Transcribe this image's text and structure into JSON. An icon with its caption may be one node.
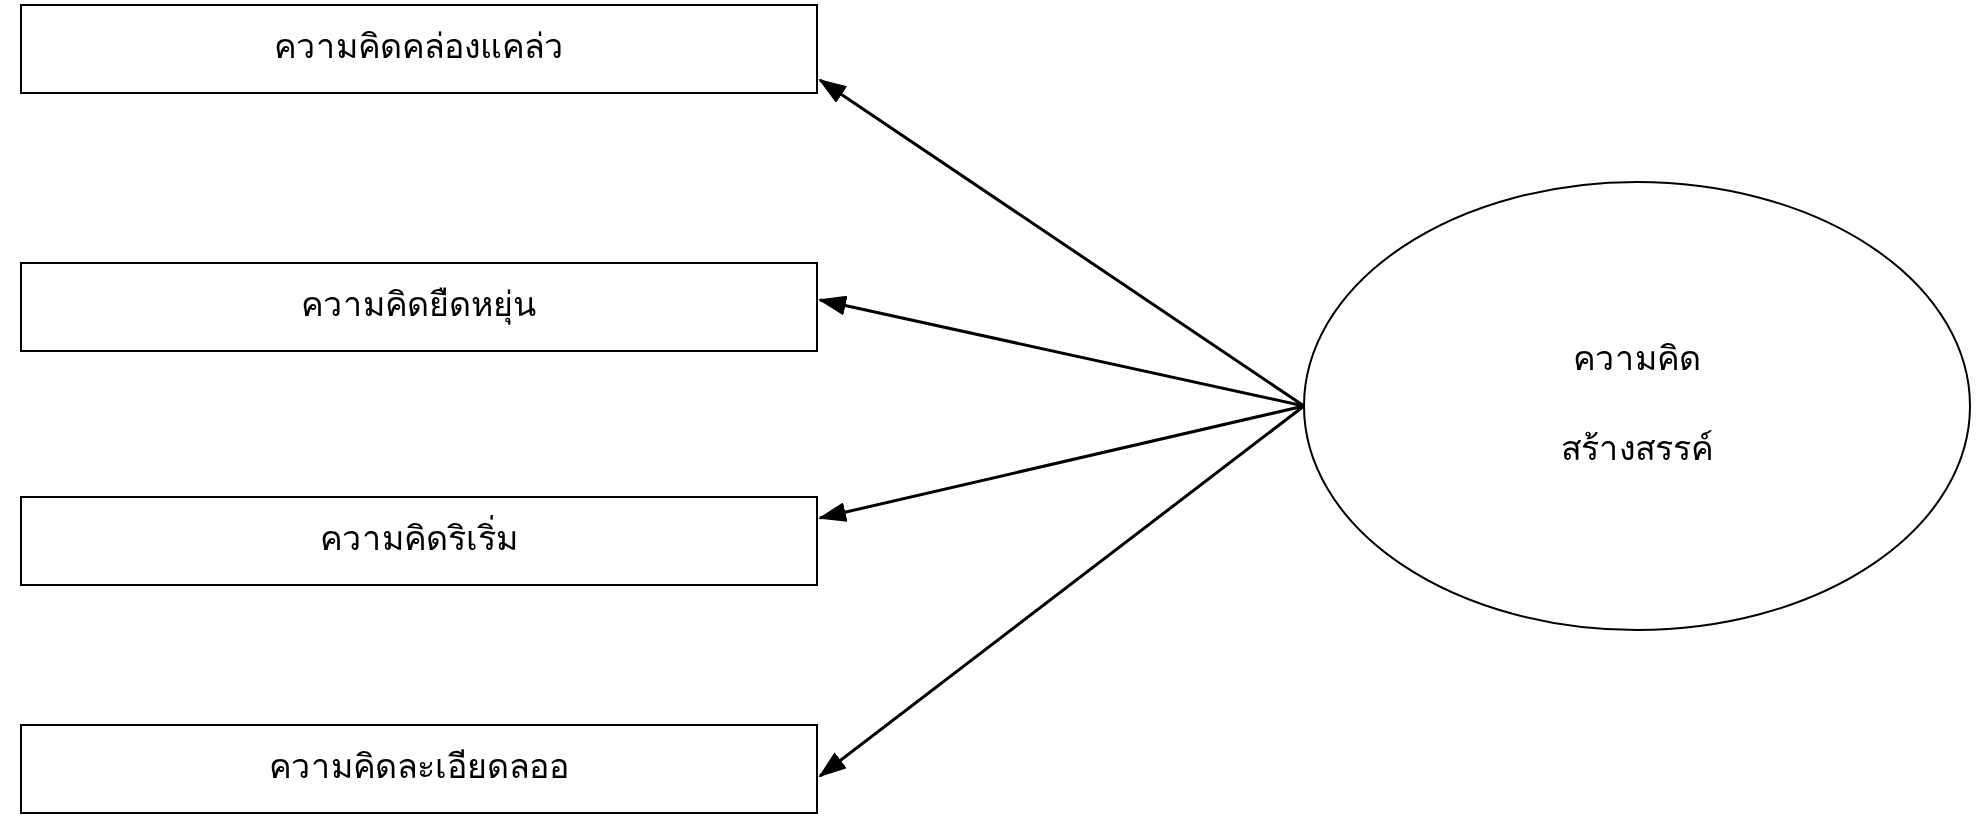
{
  "diagram": {
    "nodes": [
      {
        "text": [
          "ความคิดคล่องแคล่ว"
        ]
      },
      {
        "text": [
          "ความคิดยืดหยุ่น"
        ]
      },
      {
        "text": [
          "ความคิดริเริ่ม"
        ]
      },
      {
        "text": [
          "ความคิดละเอียดลออ"
        ]
      },
      {
        "text": [
          "ความคิด",
          "สร้างสรรค์"
        ]
      }
    ],
    "edges": [
      {
        "from": 4,
        "to": 0,
        "arrow": "to"
      },
      {
        "from": 4,
        "to": 1,
        "arrow": "to"
      },
      {
        "from": 4,
        "to": 2,
        "arrow": "to"
      },
      {
        "from": 4,
        "to": 3,
        "arrow": "to"
      }
    ]
  }
}
